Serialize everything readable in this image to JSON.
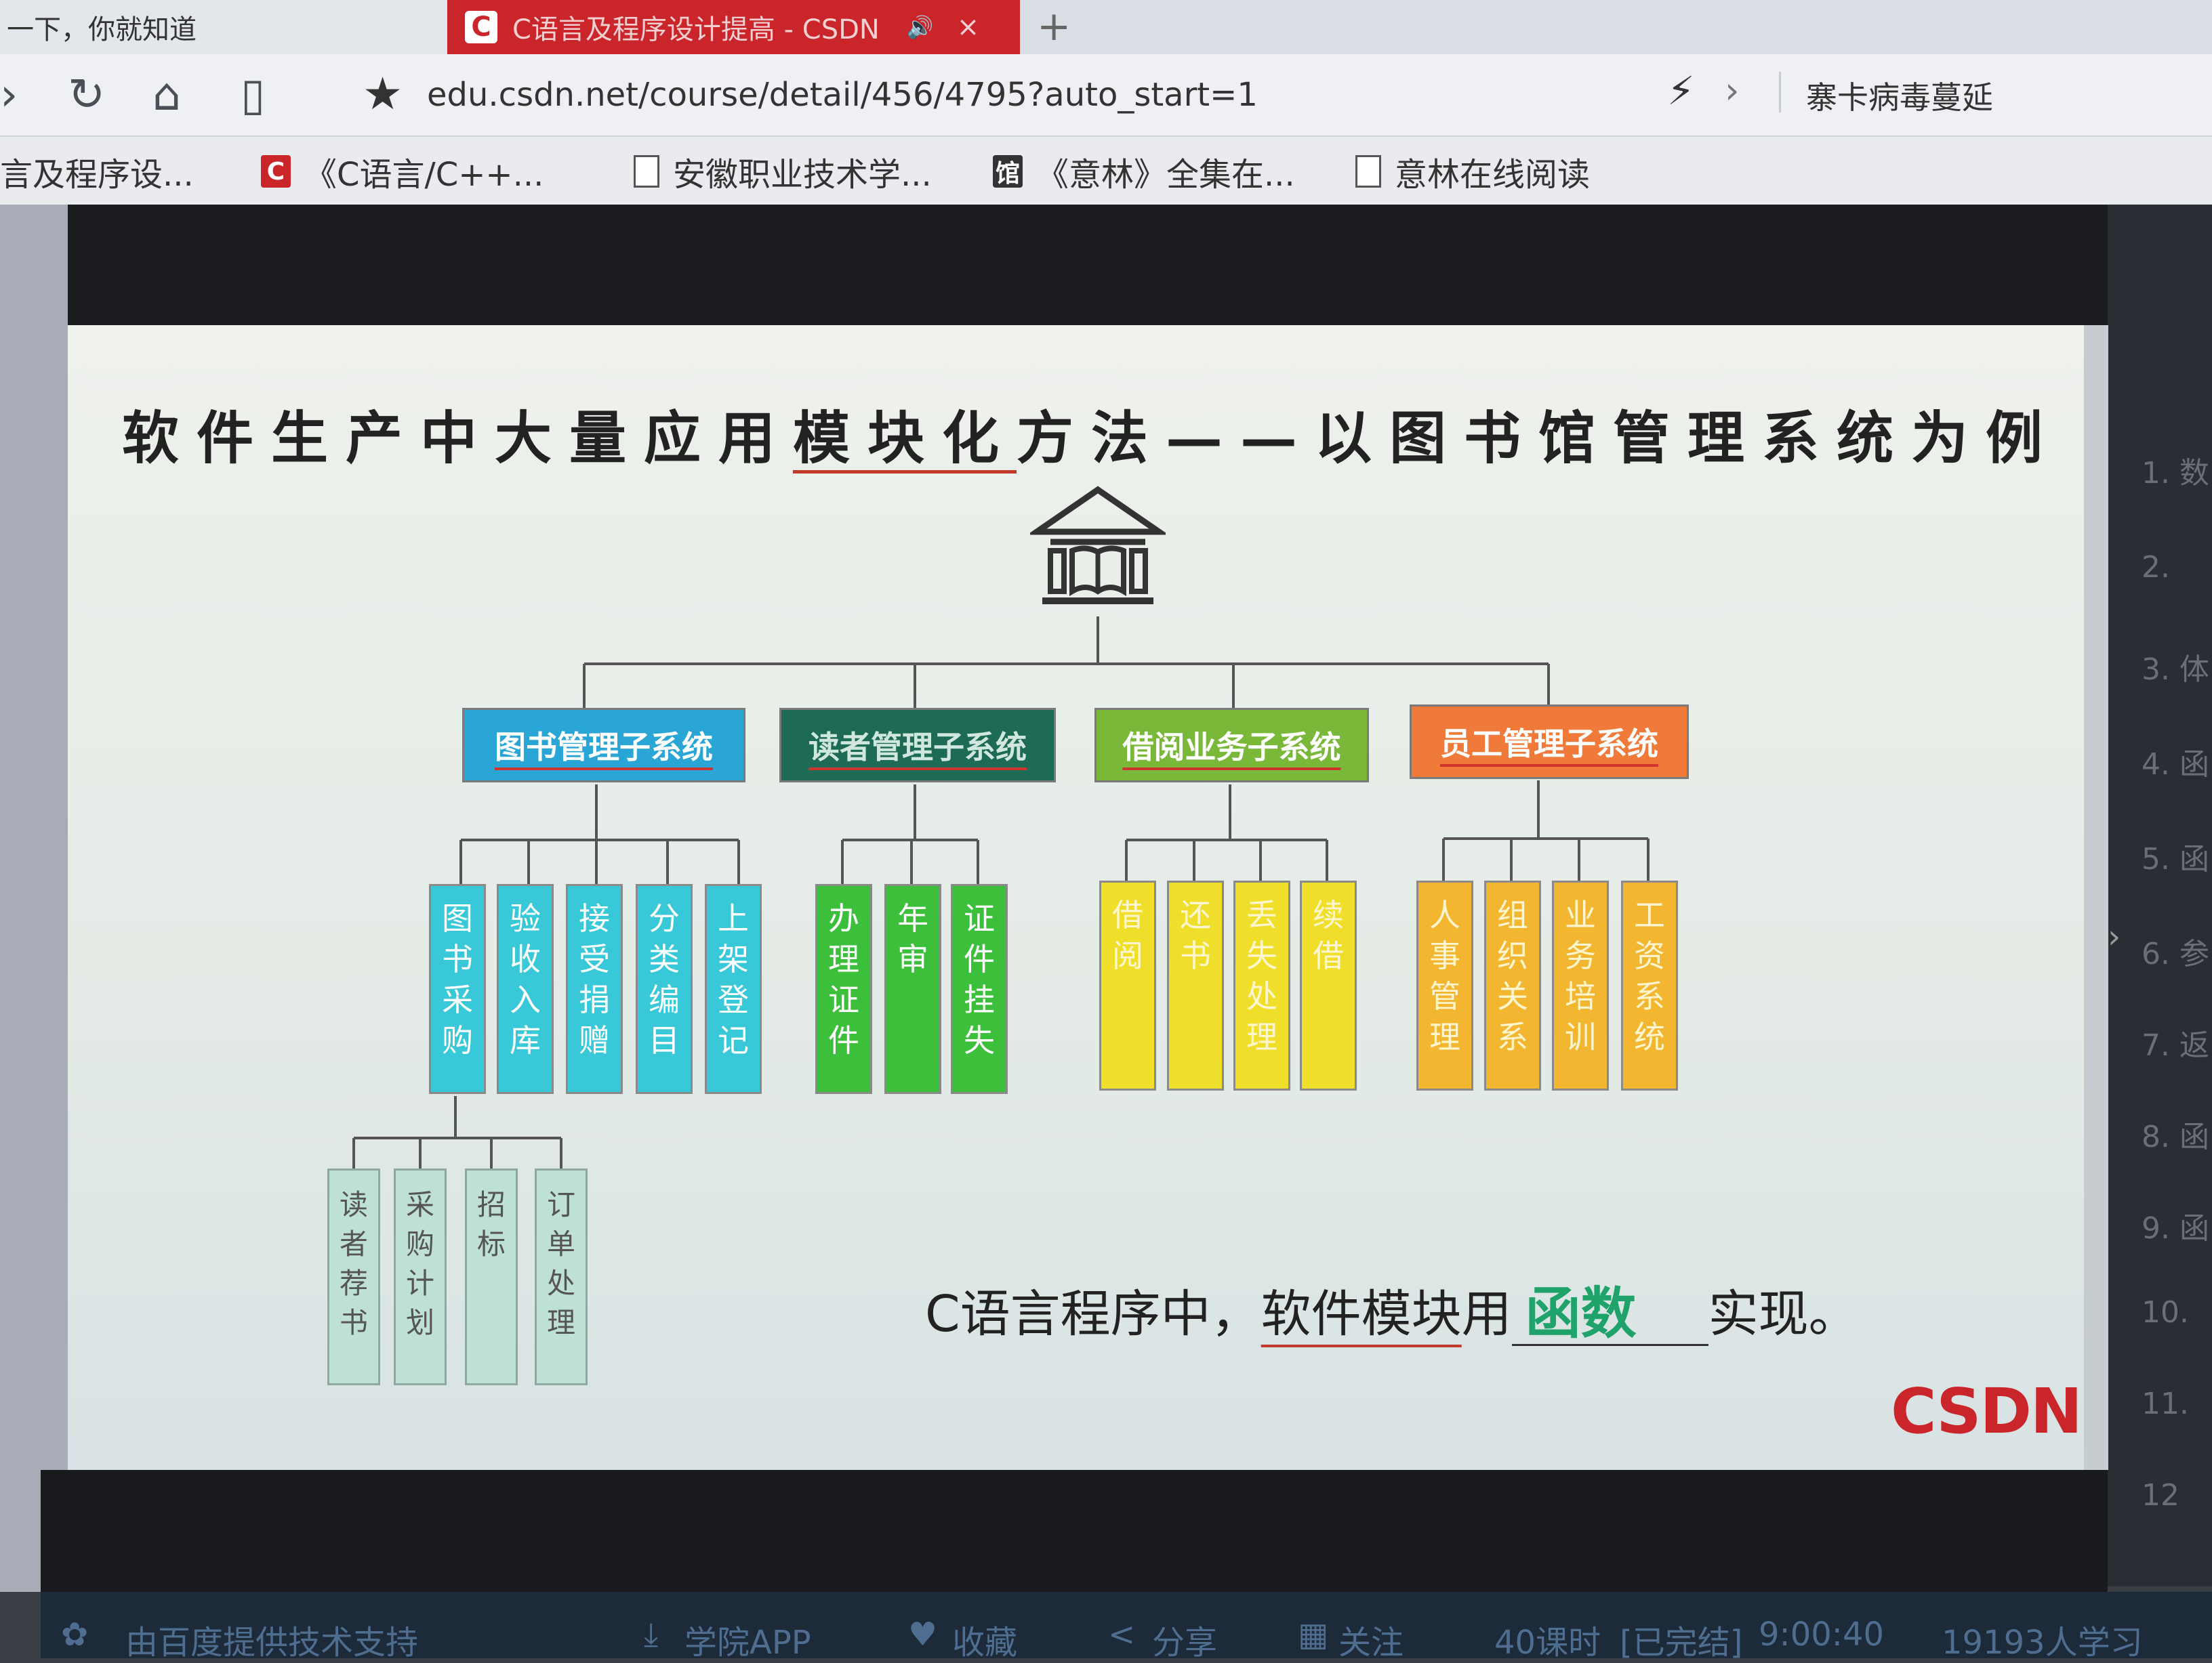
{
  "browser": {
    "inactive_tab": "一下，你就知道",
    "active_tab": "C语言及程序设计提高 - CSDN",
    "active_tab_favicon": "C",
    "new_tab_glyph": "+",
    "url": "edu.csdn.net/course/detail/456/4795?auto_start=1",
    "hot_search": "寨卡病毒蔓延",
    "bookmarks": [
      {
        "icon": "C",
        "icon_type": "csdn-icon",
        "label": "言及程序设..."
      },
      {
        "icon": "C",
        "icon_type": "csdn-icon",
        "label": "《C语言/C++..."
      },
      {
        "icon": "",
        "icon_type": "page-icon",
        "label": "安徽职业技术学..."
      },
      {
        "icon": "馆",
        "icon_type": "library-icon",
        "label": "《意林》全集在..."
      },
      {
        "icon": "",
        "icon_type": "page-icon",
        "label": "意林在线阅读"
      }
    ]
  },
  "slide": {
    "title_pre": "软件生产中大量应用",
    "title_underlined": "模块化",
    "title_post": "方法——以图书馆管理系统为例",
    "subsystems": [
      {
        "label": "图书管理子系统",
        "color": "#2aa6d6",
        "text_color": "#ffffff",
        "modules": [
          [
            "图",
            "书",
            "采",
            "购"
          ],
          [
            "验",
            "收",
            "入",
            "库"
          ],
          [
            "接",
            "受",
            "捐",
            "赠"
          ],
          [
            "分",
            "类",
            "编",
            "目"
          ],
          [
            "上",
            "架",
            "登",
            "记"
          ]
        ],
        "module_color": "#38c8d8"
      },
      {
        "label": "读者管理子系统",
        "color": "#1d6a55",
        "text_color": "#cfe7df",
        "modules": [
          [
            "办",
            "理",
            "证",
            "件"
          ],
          [
            "年",
            "审"
          ],
          [
            "证",
            "件",
            "挂",
            "失"
          ]
        ],
        "module_color": "#3cbf3a"
      },
      {
        "label": "借阅业务子系统",
        "color": "#7ab83a",
        "text_color": "#ffffff",
        "modules": [
          [
            "借",
            "阅"
          ],
          [
            "还",
            "书"
          ],
          [
            "丢",
            "失",
            "处",
            "理"
          ],
          [
            "续",
            "借"
          ]
        ],
        "module_color": "#f0df2a"
      },
      {
        "label": "员工管理子系统",
        "color": "#f07a3a",
        "text_color": "#ffffff",
        "modules": [
          [
            "人",
            "事",
            "管",
            "理"
          ],
          [
            "组",
            "织",
            "关",
            "系"
          ],
          [
            "业",
            "务",
            "培",
            "训"
          ],
          [
            "工",
            "资",
            "系",
            "统"
          ]
        ],
        "module_color": "#f2b630"
      }
    ],
    "sub_modules": [
      [
        "读",
        "者",
        "荐",
        "书"
      ],
      [
        "采",
        "购",
        "计",
        "划"
      ],
      [
        "招",
        "标"
      ],
      [
        "订",
        "单",
        "处",
        "理"
      ]
    ],
    "question_pre": "C语言程序中，",
    "question_underlined": "软件模块",
    "question_mid": "用",
    "answer": "函数",
    "question_post": "实现。",
    "logo": "CSDN"
  },
  "sidebar": [
    "1. 数",
    "2.",
    "3. 体",
    "4. 函",
    "5. 函",
    "6. 参",
    "7. 返",
    "8. 函",
    "9. 函",
    "10.",
    "11.",
    "12"
  ],
  "status": {
    "baidu": "由百度提供技术支持",
    "app": "学院APP",
    "favorite": "收藏",
    "share": "分享",
    "follow": "关注",
    "lessons": "40课时",
    "completed": "[已完结]",
    "duration": "9:00:40",
    "learners": "19193人学习"
  },
  "colors": {
    "accent": "#c9252b"
  }
}
